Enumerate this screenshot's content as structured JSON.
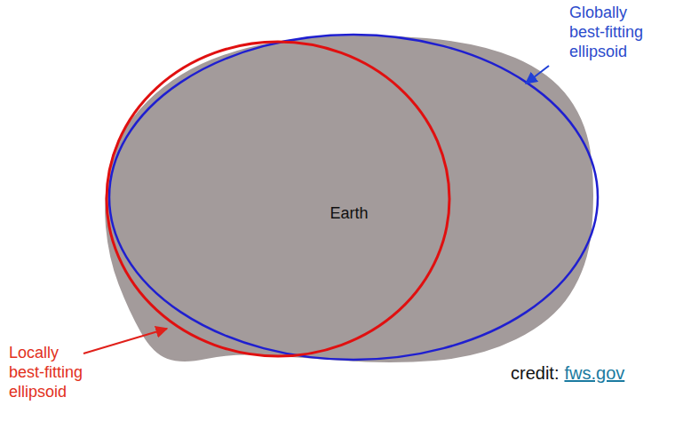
{
  "diagram": {
    "nodes": [
      {
        "text": [
          "Earth"
        ]
      }
    ],
    "edges": [],
    "labels": [
      "Globally best-fitting ellipsoid",
      "Locally best-fitting ellipsoid",
      "credit:",
      "fws.gov"
    ]
  }
}
